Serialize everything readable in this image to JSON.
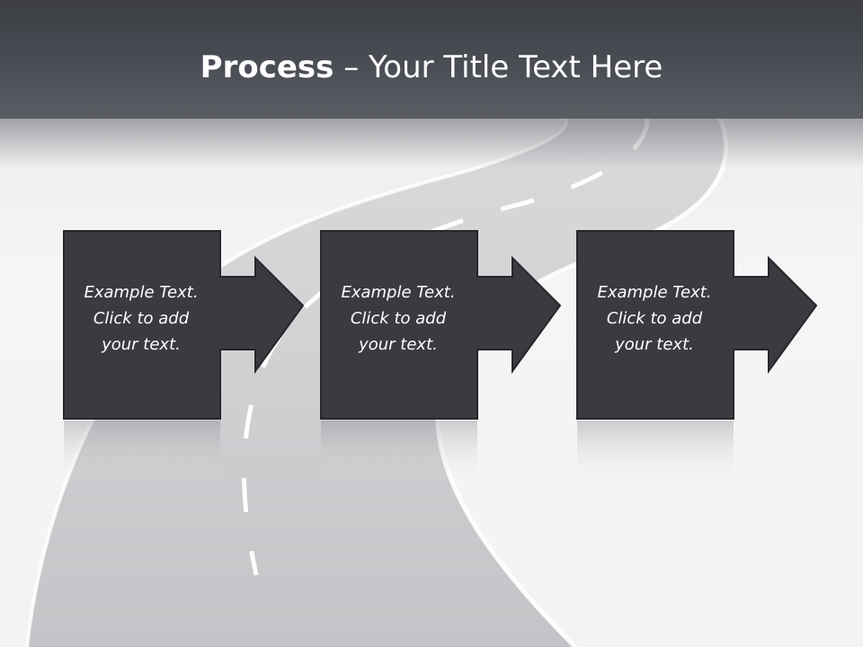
{
  "title": {
    "bold": "Process",
    "separator": " – ",
    "rest": "Your Title Text Here"
  },
  "steps": [
    {
      "lines": [
        "Example Text.",
        "Click  to add",
        "your text."
      ]
    },
    {
      "lines": [
        "Example Text.",
        "Click  to add",
        "your text."
      ]
    },
    {
      "lines": [
        "Example Text.",
        "Click  to add",
        "your text."
      ]
    }
  ],
  "colors": {
    "title_bar": "#43464c",
    "box_fill": "#393b40",
    "box_stroke": "#26272b",
    "text": "#ffffff",
    "road": "#c9cacd",
    "road_edge": "#ffffff"
  }
}
